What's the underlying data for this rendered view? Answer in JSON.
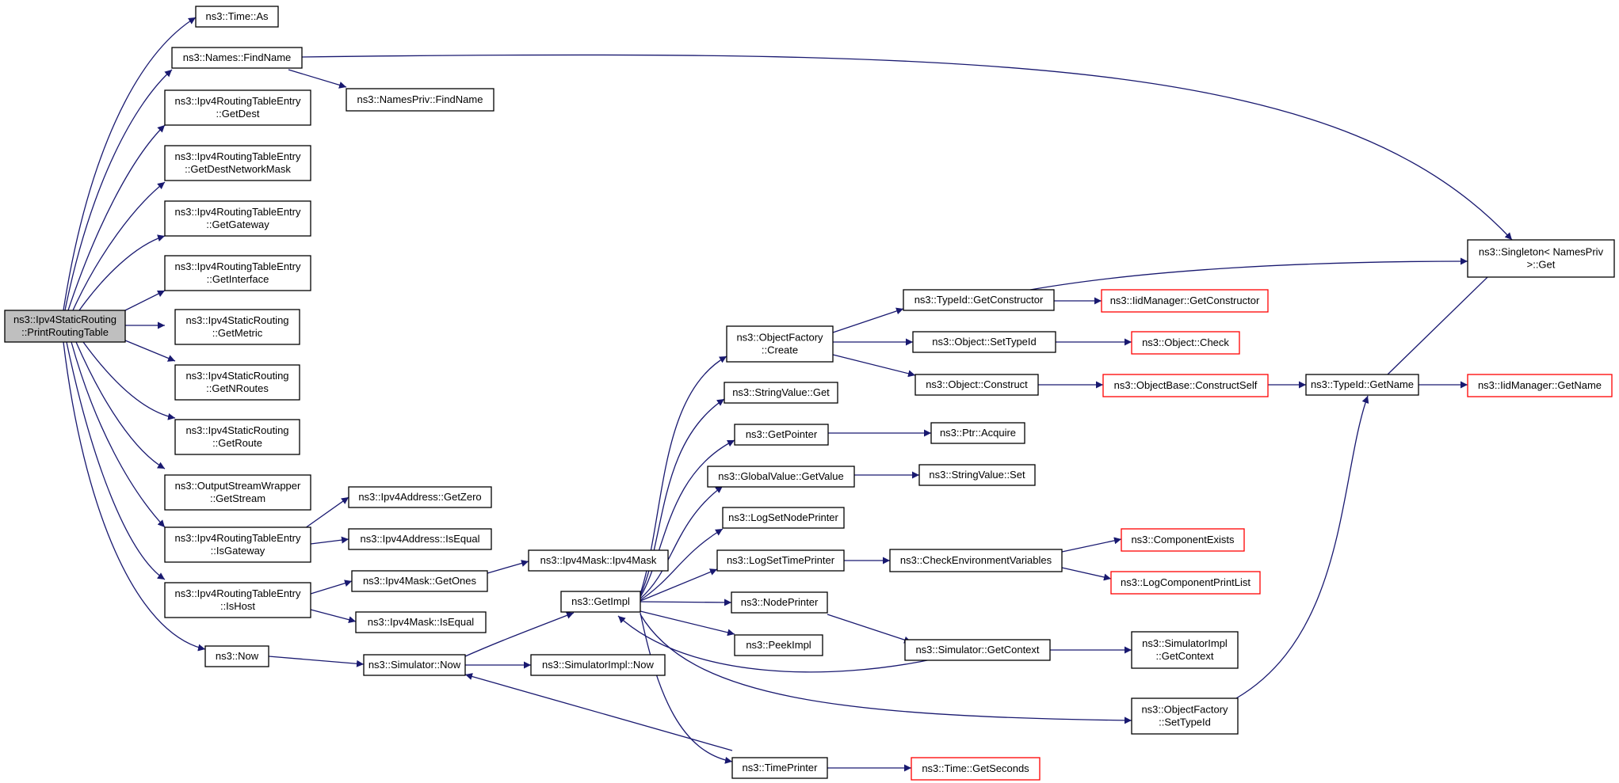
{
  "colors": {
    "edge": "#191970",
    "root_fill": "#bfbfbf",
    "normal_border": "#000000",
    "external_border": "#ff0000"
  },
  "nodes": [
    {
      "id": "root",
      "lines": [
        "ns3::Ipv4StaticRouting",
        "::PrintRoutingTable"
      ],
      "kind": "root"
    },
    {
      "id": "time_as",
      "lines": [
        "ns3::Time::As"
      ],
      "kind": "normal"
    },
    {
      "id": "names_findname",
      "lines": [
        "ns3::Names::FindName"
      ],
      "kind": "normal"
    },
    {
      "id": "namespriv_findname",
      "lines": [
        "ns3::NamesPriv::FindName"
      ],
      "kind": "normal"
    },
    {
      "id": "rte_getdest",
      "lines": [
        "ns3::Ipv4RoutingTableEntry",
        "::GetDest"
      ],
      "kind": "normal"
    },
    {
      "id": "rte_getdestmask",
      "lines": [
        "ns3::Ipv4RoutingTableEntry",
        "::GetDestNetworkMask"
      ],
      "kind": "normal"
    },
    {
      "id": "rte_getgateway",
      "lines": [
        "ns3::Ipv4RoutingTableEntry",
        "::GetGateway"
      ],
      "kind": "normal"
    },
    {
      "id": "rte_getinterface",
      "lines": [
        "ns3::Ipv4RoutingTableEntry",
        "::GetInterface"
      ],
      "kind": "normal"
    },
    {
      "id": "sr_getmetric",
      "lines": [
        "ns3::Ipv4StaticRouting",
        "::GetMetric"
      ],
      "kind": "normal"
    },
    {
      "id": "sr_getnroutes",
      "lines": [
        "ns3::Ipv4StaticRouting",
        "::GetNRoutes"
      ],
      "kind": "normal"
    },
    {
      "id": "sr_getroute",
      "lines": [
        "ns3::Ipv4StaticRouting",
        "::GetRoute"
      ],
      "kind": "normal"
    },
    {
      "id": "osw_getstream",
      "lines": [
        "ns3::OutputStreamWrapper",
        "::GetStream"
      ],
      "kind": "normal"
    },
    {
      "id": "rte_isgateway",
      "lines": [
        "ns3::Ipv4RoutingTableEntry",
        "::IsGateway"
      ],
      "kind": "normal"
    },
    {
      "id": "rte_ishost",
      "lines": [
        "ns3::Ipv4RoutingTableEntry",
        "::IsHost"
      ],
      "kind": "normal"
    },
    {
      "id": "now",
      "lines": [
        "ns3::Now"
      ],
      "kind": "normal"
    },
    {
      "id": "addr_getzero",
      "lines": [
        "ns3::Ipv4Address::GetZero"
      ],
      "kind": "normal"
    },
    {
      "id": "addr_isequal",
      "lines": [
        "ns3::Ipv4Address::IsEqual"
      ],
      "kind": "normal"
    },
    {
      "id": "mask_getones",
      "lines": [
        "ns3::Ipv4Mask::GetOnes"
      ],
      "kind": "normal"
    },
    {
      "id": "mask_isequal",
      "lines": [
        "ns3::Ipv4Mask::IsEqual"
      ],
      "kind": "normal"
    },
    {
      "id": "mask_ctor",
      "lines": [
        "ns3::Ipv4Mask::Ipv4Mask"
      ],
      "kind": "normal"
    },
    {
      "id": "sim_now",
      "lines": [
        "ns3::Simulator::Now"
      ],
      "kind": "normal"
    },
    {
      "id": "simimpl_now",
      "lines": [
        "ns3::SimulatorImpl::Now"
      ],
      "kind": "normal"
    },
    {
      "id": "getimpl",
      "lines": [
        "ns3::GetImpl"
      ],
      "kind": "normal"
    },
    {
      "id": "of_create",
      "lines": [
        "ns3::ObjectFactory",
        "::Create"
      ],
      "kind": "normal"
    },
    {
      "id": "sv_get",
      "lines": [
        "ns3::StringValue::Get"
      ],
      "kind": "normal"
    },
    {
      "id": "getpointer",
      "lines": [
        "ns3::GetPointer"
      ],
      "kind": "normal"
    },
    {
      "id": "gv_getvalue",
      "lines": [
        "ns3::GlobalValue::GetValue"
      ],
      "kind": "normal"
    },
    {
      "id": "logsetnodeprinter",
      "lines": [
        "ns3::LogSetNodePrinter"
      ],
      "kind": "normal"
    },
    {
      "id": "logsettimeprinter",
      "lines": [
        "ns3::LogSetTimePrinter"
      ],
      "kind": "normal"
    },
    {
      "id": "nodeprinter",
      "lines": [
        "ns3::NodePrinter"
      ],
      "kind": "normal"
    },
    {
      "id": "peekimpl",
      "lines": [
        "ns3::PeekImpl"
      ],
      "kind": "normal"
    },
    {
      "id": "timeprinter",
      "lines": [
        "ns3::TimePrinter"
      ],
      "kind": "normal"
    },
    {
      "id": "typeid_getctor",
      "lines": [
        "ns3::TypeId::GetConstructor"
      ],
      "kind": "normal"
    },
    {
      "id": "obj_settypeid",
      "lines": [
        "ns3::Object::SetTypeId"
      ],
      "kind": "normal"
    },
    {
      "id": "obj_construct",
      "lines": [
        "ns3::Object::Construct"
      ],
      "kind": "normal"
    },
    {
      "id": "ptr_acquire",
      "lines": [
        "ns3::Ptr::Acquire"
      ],
      "kind": "normal"
    },
    {
      "id": "sv_set",
      "lines": [
        "ns3::StringValue::Set"
      ],
      "kind": "normal"
    },
    {
      "id": "checkenv",
      "lines": [
        "ns3::CheckEnvironmentVariables"
      ],
      "kind": "normal"
    },
    {
      "id": "sim_getcontext",
      "lines": [
        "ns3::Simulator::GetContext"
      ],
      "kind": "normal"
    },
    {
      "id": "of_settypeid",
      "lines": [
        "ns3::ObjectFactory",
        "::SetTypeId"
      ],
      "kind": "normal"
    },
    {
      "id": "time_getseconds",
      "lines": [
        "ns3::Time::GetSeconds"
      ],
      "kind": "external"
    },
    {
      "id": "iidm_getctor",
      "lines": [
        "ns3::IidManager::GetConstructor"
      ],
      "kind": "external"
    },
    {
      "id": "obj_check",
      "lines": [
        "ns3::Object::Check"
      ],
      "kind": "external"
    },
    {
      "id": "ob_constructself",
      "lines": [
        "ns3::ObjectBase::ConstructSelf"
      ],
      "kind": "external"
    },
    {
      "id": "componentexists",
      "lines": [
        "ns3::ComponentExists"
      ],
      "kind": "external"
    },
    {
      "id": "logcomponentprintlist",
      "lines": [
        "ns3::LogComponentPrintList"
      ],
      "kind": "external"
    },
    {
      "id": "simimpl_getcontext",
      "lines": [
        "ns3::SimulatorImpl",
        "::GetContext"
      ],
      "kind": "normal"
    },
    {
      "id": "typeid_getname",
      "lines": [
        "ns3::TypeId::GetName"
      ],
      "kind": "normal"
    },
    {
      "id": "iidm_getname",
      "lines": [
        "ns3::IidManager::GetName"
      ],
      "kind": "external"
    },
    {
      "id": "singleton_get",
      "lines": [
        "ns3::Singleton< NamesPriv",
        ">::Get"
      ],
      "kind": "normal"
    }
  ]
}
